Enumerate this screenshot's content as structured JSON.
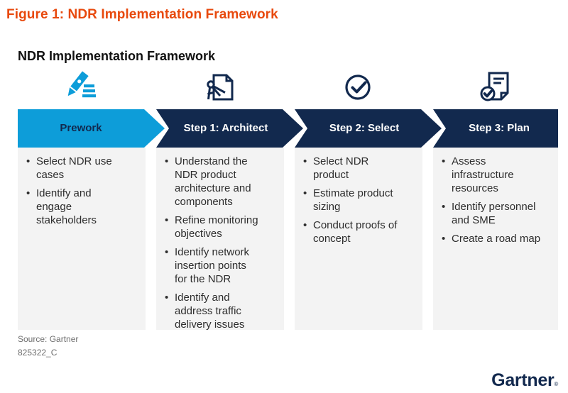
{
  "figure_title": "Figure 1: NDR Implementation Framework",
  "diagram_title": "NDR Implementation Framework",
  "columns": [
    {
      "icon": "pencil-notes-icon",
      "header": "Prework",
      "style": "light-blue",
      "bullets": [
        "Select NDR use cases",
        "Identify and engage stakeholders"
      ]
    },
    {
      "icon": "compass-document-icon",
      "header": "Step 1: Architect",
      "style": "navy",
      "bullets": [
        "Understand the NDR product architecture and components",
        "Refine monitoring objectives",
        "Identify network insertion points for the NDR",
        "Identify and address traffic delivery issues"
      ]
    },
    {
      "icon": "check-circle-icon",
      "header": "Step 2: Select",
      "style": "navy",
      "bullets": [
        "Select NDR product",
        "Estimate product sizing",
        "Conduct proofs of concept"
      ]
    },
    {
      "icon": "document-check-icon",
      "header": "Step 3: Plan",
      "style": "navy",
      "bullets": [
        "Assess infrastructure resources",
        "Identify personnel and SME",
        "Create a road map"
      ]
    }
  ],
  "footer": {
    "source": "Source: Gartner",
    "doc_id": "825322_C"
  },
  "logo": {
    "text": "Gartner",
    "mark": "®"
  },
  "colors": {
    "accent_orange": "#E8490D",
    "navy": "#12294E",
    "light_blue": "#0D9DD9",
    "panel_gray": "#F3F3F3",
    "body_text": "#2D2D2D",
    "muted_text": "#6E6E6E"
  }
}
